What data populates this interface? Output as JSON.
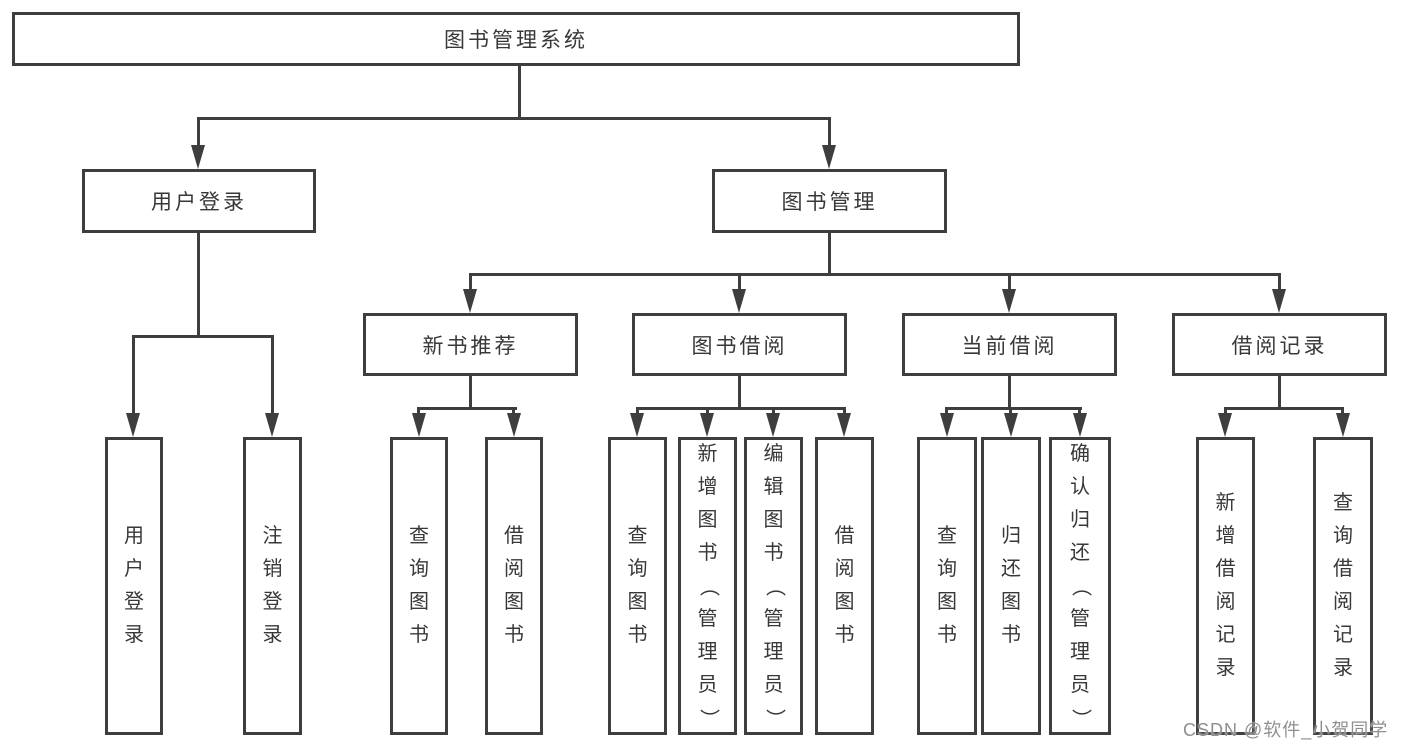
{
  "diagram": {
    "root": "图书管理系统",
    "level2": [
      "用户登录",
      "图书管理"
    ],
    "level3": [
      "新书推荐",
      "图书借阅",
      "当前借阅",
      "借阅记录"
    ],
    "leaves": {
      "user_login": [
        "用户登录",
        "注销登录"
      ],
      "new_recommend": [
        "查询图书",
        "借阅图书"
      ],
      "book_borrow": [
        "查询图书",
        "新增图书（管理员）",
        "编辑图书（管理员）",
        "借阅图书"
      ],
      "current_borrow": [
        "查询图书",
        "归还图书",
        "确认归还（管理员）"
      ],
      "borrow_records": [
        "新增借阅记录",
        "查询借阅记录"
      ]
    }
  },
  "watermark": "CSDN @软件_小贺同学",
  "colors": {
    "line": "#3e3e3e",
    "text": "#383838",
    "watermark": "#8f8f8f",
    "background": "#ffffff"
  }
}
